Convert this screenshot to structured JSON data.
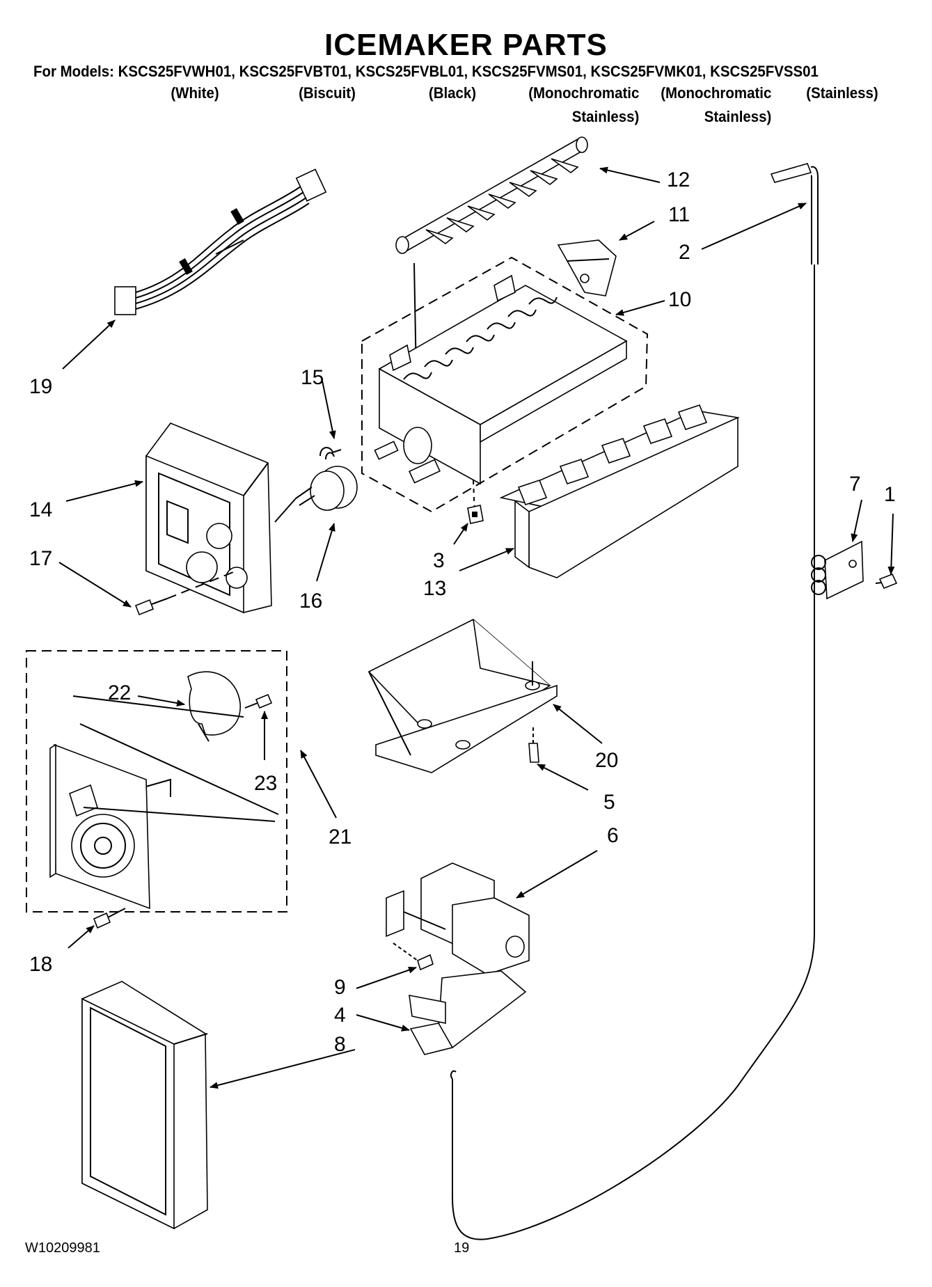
{
  "header": {
    "title": "ICEMAKER PARTS",
    "models_line": "For Models: KSCS25FVWH01, KSCS25FVBT01, KSCS25FVBL01, KSCS25FVMS01, KSCS25FVMK01, KSCS25FVSS01",
    "variants": [
      {
        "line1": "(White)",
        "line2": ""
      },
      {
        "line1": "(Biscuit)",
        "line2": ""
      },
      {
        "line1": "(Black)",
        "line2": ""
      },
      {
        "line1": "(Monochromatic",
        "line2": "Stainless)"
      },
      {
        "line1": "(Monochromatic",
        "line2": "Stainless)"
      },
      {
        "line1": "(Stainless)",
        "line2": ""
      }
    ]
  },
  "callouts": {
    "c1": "1",
    "c2": "2",
    "c3": "3",
    "c4": "4",
    "c5": "5",
    "c6": "6",
    "c7": "7",
    "c8": "8",
    "c9": "9",
    "c10": "10",
    "c11": "11",
    "c12": "12",
    "c13": "13",
    "c14": "14",
    "c15": "15",
    "c16": "16",
    "c17": "17",
    "c18": "18",
    "c19": "19",
    "c20": "20",
    "c21": "21",
    "c22": "22",
    "c23": "23"
  },
  "footer": {
    "doc_id": "W10209981",
    "page": "19"
  }
}
